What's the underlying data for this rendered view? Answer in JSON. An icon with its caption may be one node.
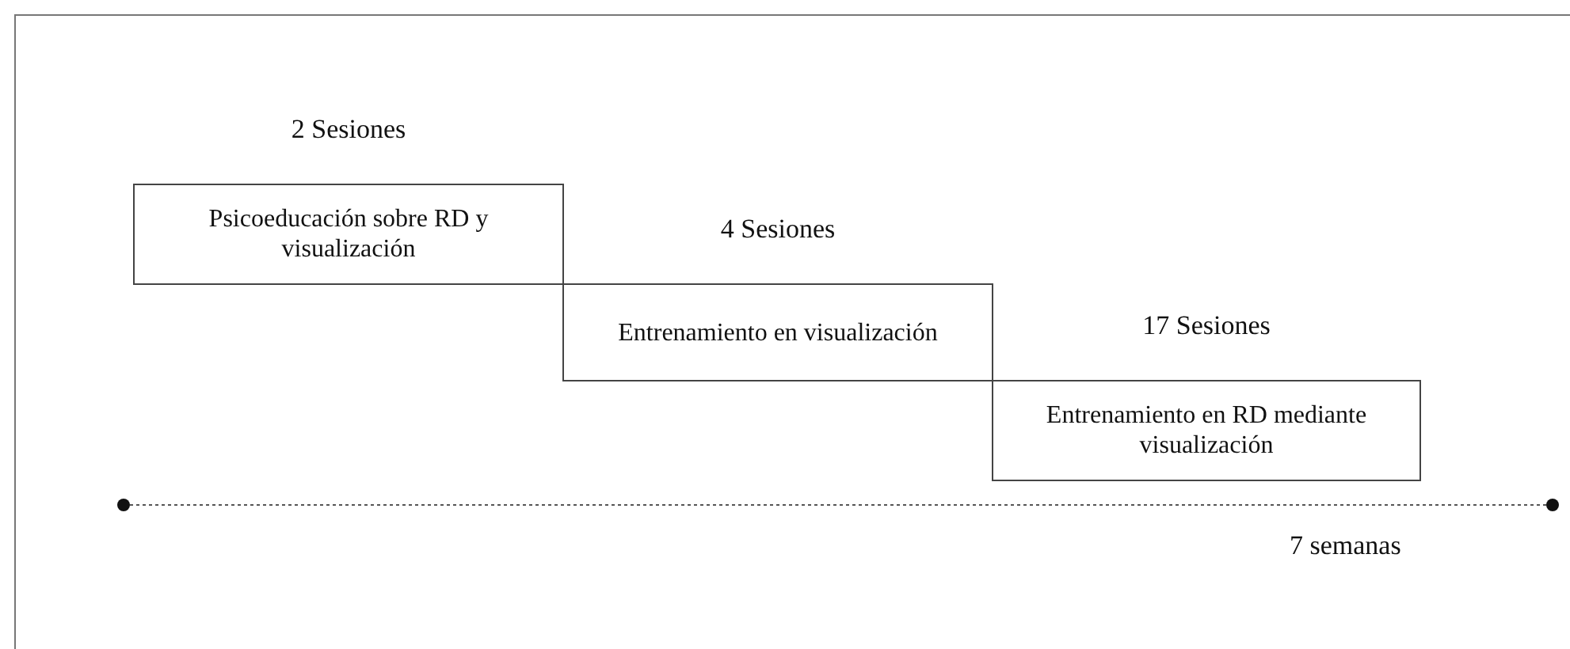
{
  "diagram": {
    "nodes": [
      {
        "text": [
          "Psicoeducación sobre RD y visualización"
        ],
        "beside": [
          "2 Sesiones"
        ]
      },
      {
        "text": [
          "Entrenamiento en visualización"
        ],
        "beside": [
          "4 Sesiones"
        ]
      },
      {
        "text": [
          "Entrenamiento en RD mediante visualización"
        ],
        "beside": [
          "17 Sesiones"
        ]
      },
      {
        "text": [],
        "shape": "circle"
      },
      {
        "text": [],
        "shape": "circle"
      }
    ],
    "edges": [
      {
        "from": 3,
        "to": 4,
        "arrow": "none",
        "style": "dashed"
      }
    ],
    "labels": [
      "7 semanas"
    ]
  }
}
